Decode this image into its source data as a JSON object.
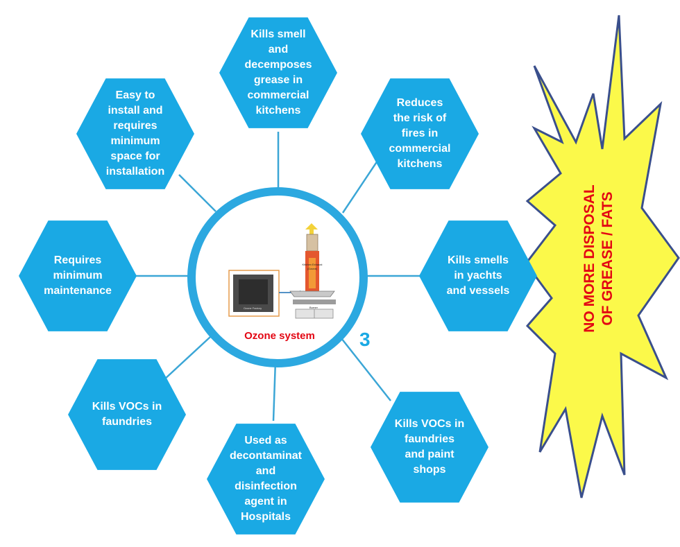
{
  "colors": {
    "hexagon": "#1aa9e4",
    "connector": "#3ba6d6",
    "ring": "#2ca8e0",
    "center_label": "#e30613",
    "number": "#1aa9e4",
    "burst_fill": "#fbf94a",
    "burst_stroke": "#3a4f8c",
    "burst_text": "#e30613"
  },
  "center": {
    "label": "Ozone system",
    "number": "3",
    "illustration_labels": {
      "unit": "Ozone Factory",
      "hood": "Kitchen Exhaust",
      "hood_sub": "(Ozone)",
      "burner": "Burner"
    }
  },
  "hexagons": [
    {
      "id": "kills-smell-grease",
      "text": "Kills smell\nand\ndecemposes\ngrease in\ncommercial\nkitchens"
    },
    {
      "id": "reduces-fire-risk",
      "text": "Reduces\nthe risk of\nfires in\ncommercial\nkitchens"
    },
    {
      "id": "kills-smells-yachts",
      "text": "Kills smells\nin yachts\nand vessels"
    },
    {
      "id": "kills-vocs-paint-shops",
      "text": "Kills VOCs in\nfaundries\nand paint\nshops"
    },
    {
      "id": "decontamination-hospitals",
      "text": "Used as\ndecontaminat\nand\ndisinfection\nagent  in\nHospitals"
    },
    {
      "id": "kills-vocs-faundries",
      "text": "Kills VOCs in\nfaundries"
    },
    {
      "id": "minimum-maintenance",
      "text": "Requires\nminimum\nmaintenance"
    },
    {
      "id": "easy-install",
      "text": "Easy to\ninstall and\nrequires\nminimum\nspace for\ninstallation"
    }
  ],
  "callout": {
    "text": "NO MORE DISPOSAL\nOF GREASE / FATS"
  }
}
